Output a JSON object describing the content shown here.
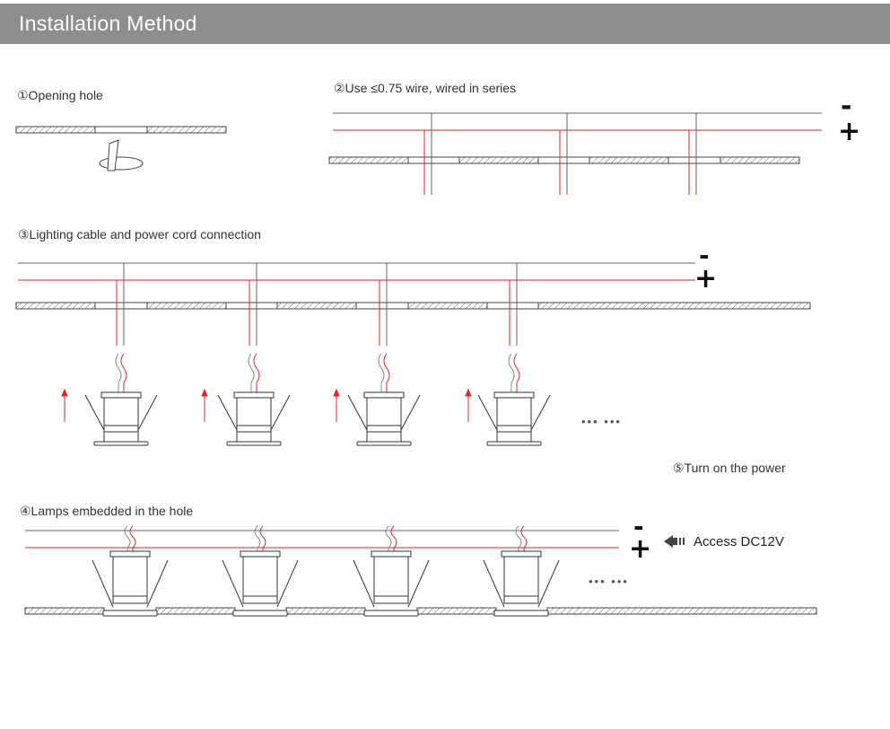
{
  "header": {
    "title": "Installation Method"
  },
  "steps": {
    "step1": "①Opening hole",
    "step2": "②Use ≤0.75 wire, wired in series",
    "step3": "③Lighting cable and power cord connection",
    "step4": "④Lamps embedded in the hole",
    "step5": "⑤Turn on the power"
  },
  "signs": {
    "minus": "-",
    "plus": "+"
  },
  "ellipsis": "••• •••",
  "access": {
    "label": "Access DC12V",
    "icon": "arrow-left-icon"
  },
  "colors": {
    "header_bg": "#8e8e8e",
    "wire_red": "#e0242a",
    "wire_gray": "#666666"
  }
}
